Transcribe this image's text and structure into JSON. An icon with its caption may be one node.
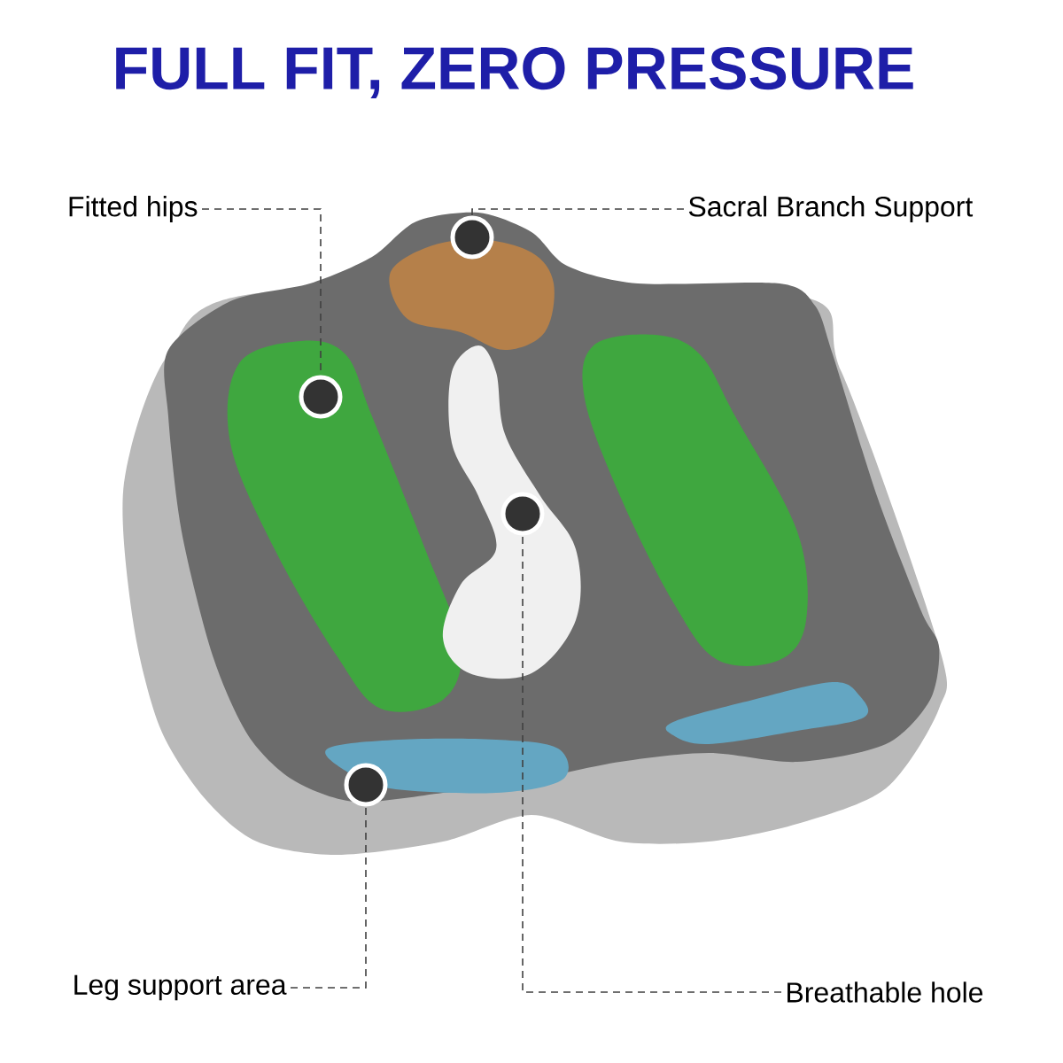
{
  "diagram": {
    "title": "FULL FIT, ZERO PRESSURE",
    "nodes": [
      {
        "text": [
          "Fitted hips"
        ]
      },
      {
        "text": [
          "Sacral Branch Support"
        ]
      },
      {
        "text": [],
        "shape": "circle"
      },
      {
        "text": [],
        "shape": "circle"
      },
      {
        "text": [],
        "shape": "circle"
      },
      {
        "text": [],
        "shape": "circle"
      },
      {
        "text": [
          "Leg support area"
        ]
      },
      {
        "text": [
          "Breathable hole"
        ]
      }
    ],
    "edges": [
      {
        "from": 0,
        "to": 3,
        "arrow": "none",
        "style": "dashed"
      },
      {
        "from": 1,
        "to": 2,
        "arrow": "none",
        "style": "dashed"
      },
      {
        "from": 6,
        "to": 5,
        "arrow": "none",
        "style": "dashed"
      },
      {
        "from": 7,
        "to": 4,
        "arrow": "none",
        "style": "dashed"
      }
    ]
  }
}
